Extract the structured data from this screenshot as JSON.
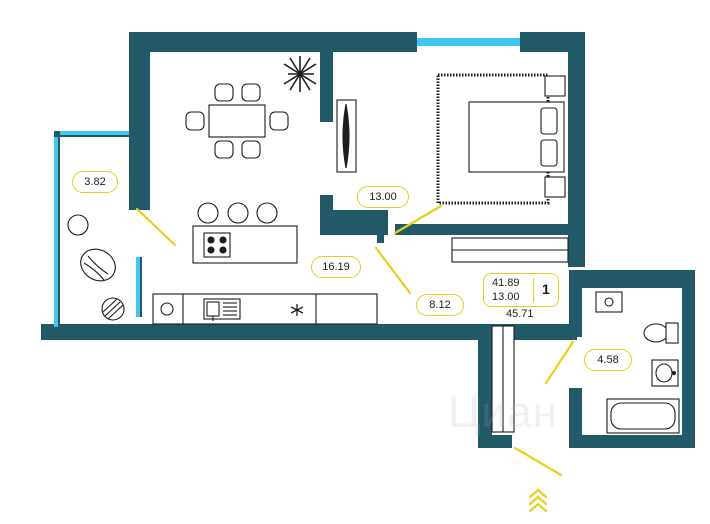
{
  "colors": {
    "wall": "#225966",
    "window": "#41c8f0",
    "accent": "#e9cf1b",
    "line": "#1d1d1b"
  },
  "rooms": {
    "balcony": {
      "area": "3.82"
    },
    "bedroom": {
      "area": "13.00"
    },
    "kitchen_living": {
      "area": "16.19"
    },
    "hall": {
      "area": "8.12"
    },
    "bathroom": {
      "area": "4.58"
    }
  },
  "summary": {
    "living_area": "41.89",
    "kitchen_area": "13.00",
    "rooms_count": "1",
    "total_area": "45.71"
  },
  "watermark": "Циан",
  "icons": [
    "plant-icon",
    "stove-icon",
    "sink-icon",
    "fridge-snowflake-icon",
    "entrance-chevrons-icon"
  ]
}
